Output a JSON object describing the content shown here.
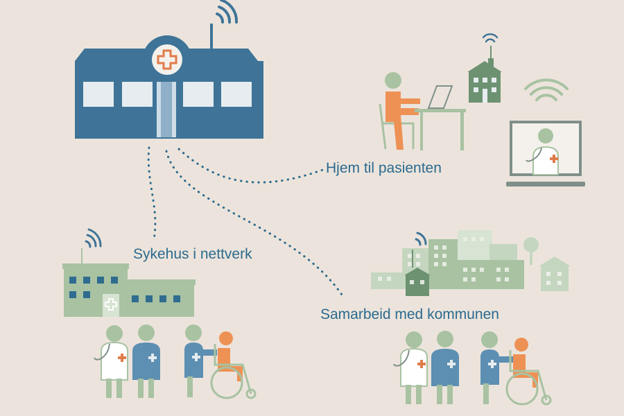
{
  "labels": {
    "home": "Hjem til pasienten",
    "network": "Sykehus i nettverk",
    "municipality": "Samarbeid med kommunen"
  },
  "colors": {
    "background": "#ece4dc",
    "hospital_blue": "#3f7498",
    "window_light": "#dfe7ee",
    "label_text": "#2b6a8e",
    "connector_dots": "#2b6a8e",
    "cross_orange": "#e07b4a",
    "sage_green": "#a8c2a2",
    "dark_green": "#6d9272",
    "light_green": "#c4d6bf",
    "person_orange": "#ed9155",
    "coat_white": "#f4f1ec",
    "grey_outline": "#7f8f8a"
  },
  "icons": [
    "hospital-icon",
    "signal-icon",
    "medical-cross-icon",
    "person-at-desk-icon",
    "house-icon",
    "laptop-doctor-icon",
    "network-hospital-icon",
    "townscape-icon",
    "tree-icon",
    "doctor-icon",
    "nurse-icon",
    "wheelchair-user-icon"
  ]
}
